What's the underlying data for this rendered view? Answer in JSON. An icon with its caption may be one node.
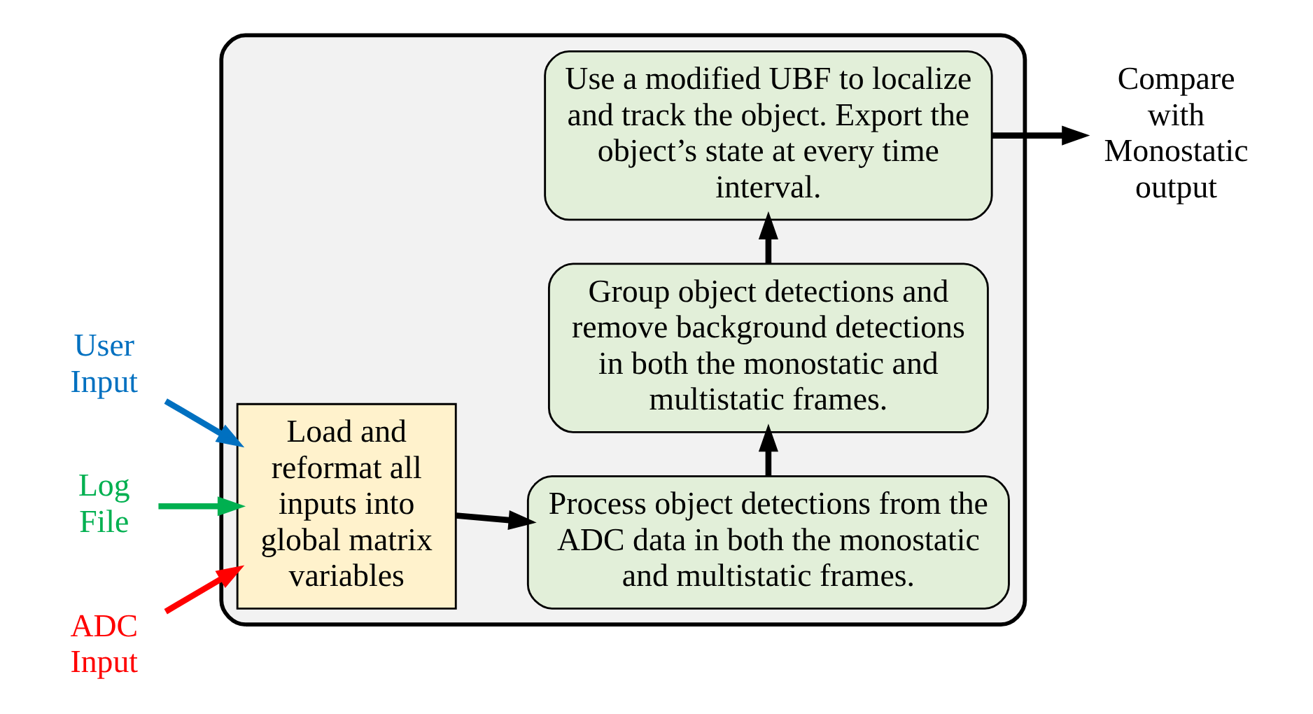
{
  "diagram": {
    "nodes": [
      {
        "text": [],
        "shape": "box"
      },
      {
        "text": [
          "User Input"
        ]
      },
      {
        "text": [
          "Log File"
        ]
      },
      {
        "text": [
          "ADC Input"
        ]
      },
      {
        "text": [
          "Load and reformat all inputs into global matrix variables"
        ],
        "in": 0
      },
      {
        "text": [
          "Process object detections from the ADC data in both the monostatic and multistatic frames."
        ],
        "in": 0
      },
      {
        "text": [
          "Group object detections and remove background detections in both the monostatic and multistatic frames."
        ],
        "in": 0
      },
      {
        "text": [
          "Use a modified UBF to localize and track the object. Export the object’s state at every time interval."
        ],
        "in": 0
      },
      {
        "text": [
          "Compare with Monostatic output"
        ]
      }
    ],
    "edges": [
      {
        "from": 1,
        "to": 4,
        "arrow": "to",
        "color": "#0070c0"
      },
      {
        "from": 2,
        "to": 4,
        "arrow": "to",
        "color": "#00b050"
      },
      {
        "from": 3,
        "to": 4,
        "arrow": "to",
        "color": "#ff0000"
      },
      {
        "from": 4,
        "to": 5,
        "arrow": "to"
      },
      {
        "from": 5,
        "to": 6,
        "arrow": "to"
      },
      {
        "from": 6,
        "to": 7,
        "arrow": "to"
      },
      {
        "from": 7,
        "to": 8,
        "arrow": "to"
      }
    ]
  }
}
